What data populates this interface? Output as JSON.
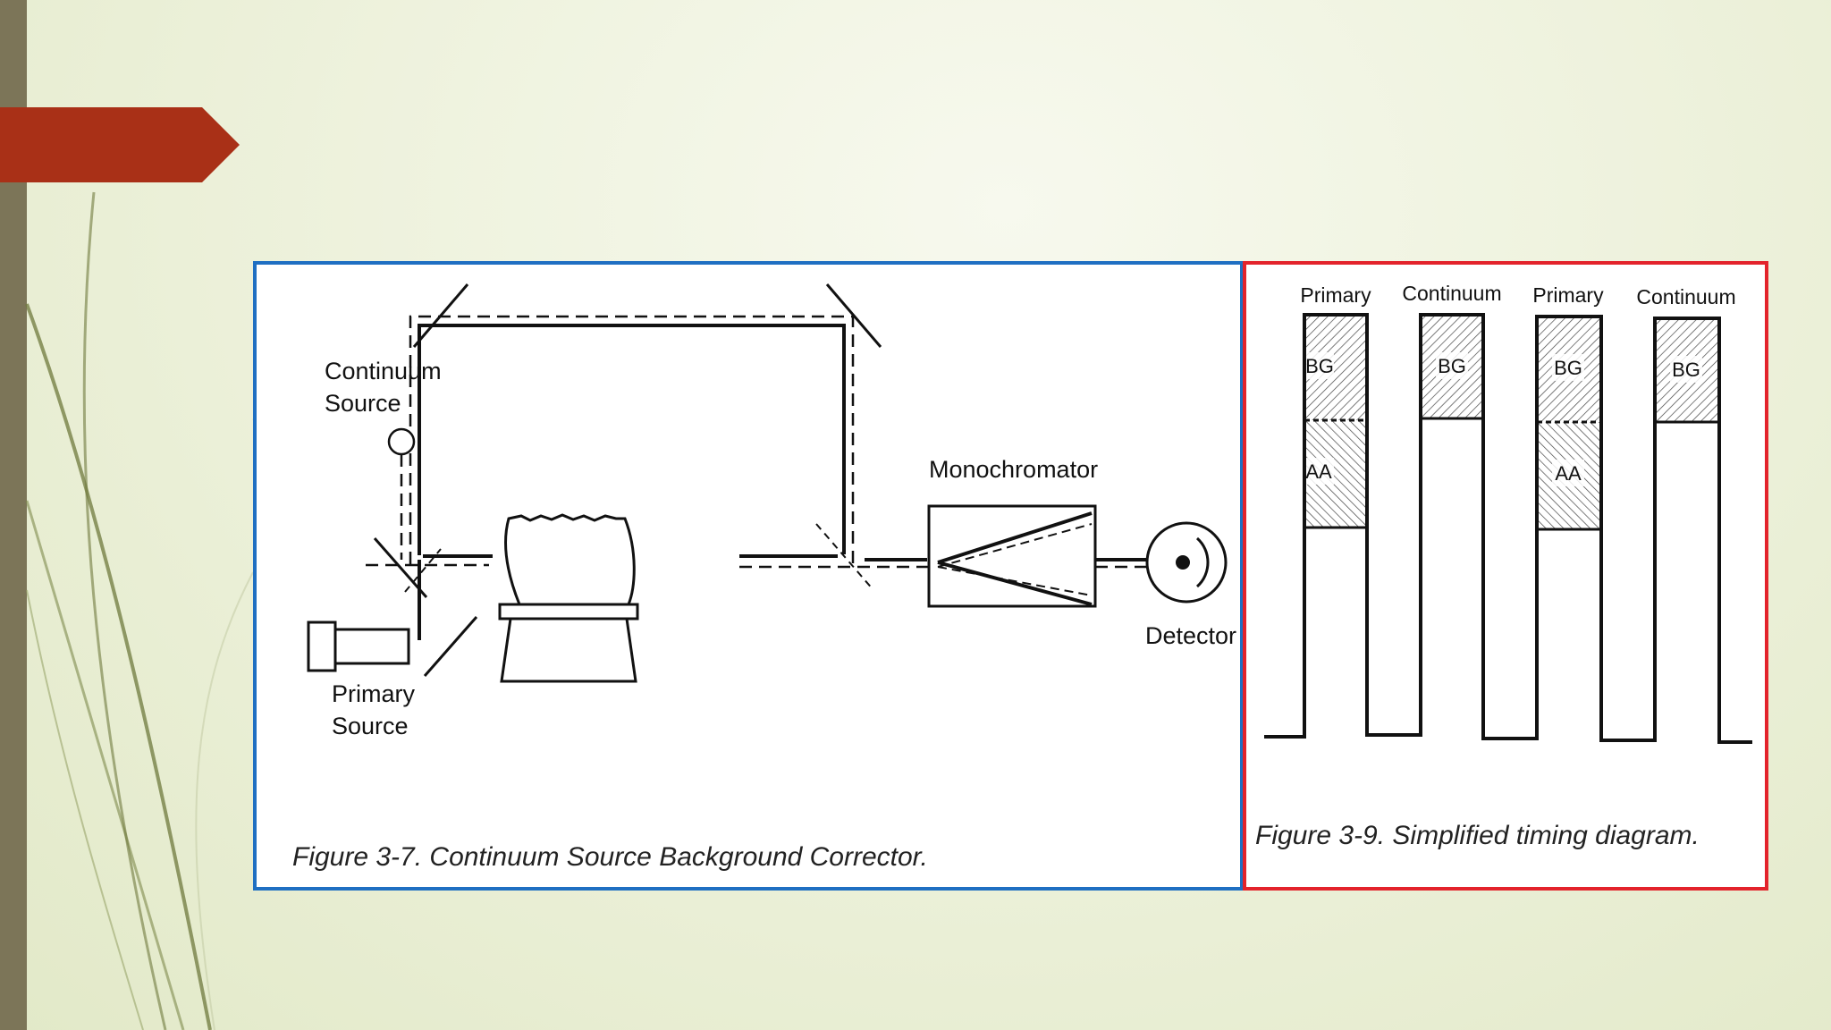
{
  "slide": {
    "accent_color": "#a93017",
    "sidebar_color": "#7c7558",
    "left_border_color": "#1f6fc2",
    "right_border_color": "#e3232b"
  },
  "figure_left": {
    "labels": {
      "continuum_line1": "Continuum",
      "continuum_line2": "Source",
      "primary_line1": "Primary",
      "primary_line2": "Source",
      "monochromator": "Monochromator",
      "detector": "Detector"
    },
    "caption": "Figure 3-7. Continuum Source Background Corrector."
  },
  "figure_right": {
    "columns": [
      {
        "header": "Primary",
        "segments": [
          "BG",
          "AA"
        ]
      },
      {
        "header": "Continuum",
        "segments": [
          "BG"
        ]
      },
      {
        "header": "Primary",
        "segments": [
          "BG",
          "AA"
        ]
      },
      {
        "header": "Continuum",
        "segments": [
          "BG"
        ]
      }
    ],
    "caption": "Figure 3-9.  Simplified timing diagram."
  }
}
